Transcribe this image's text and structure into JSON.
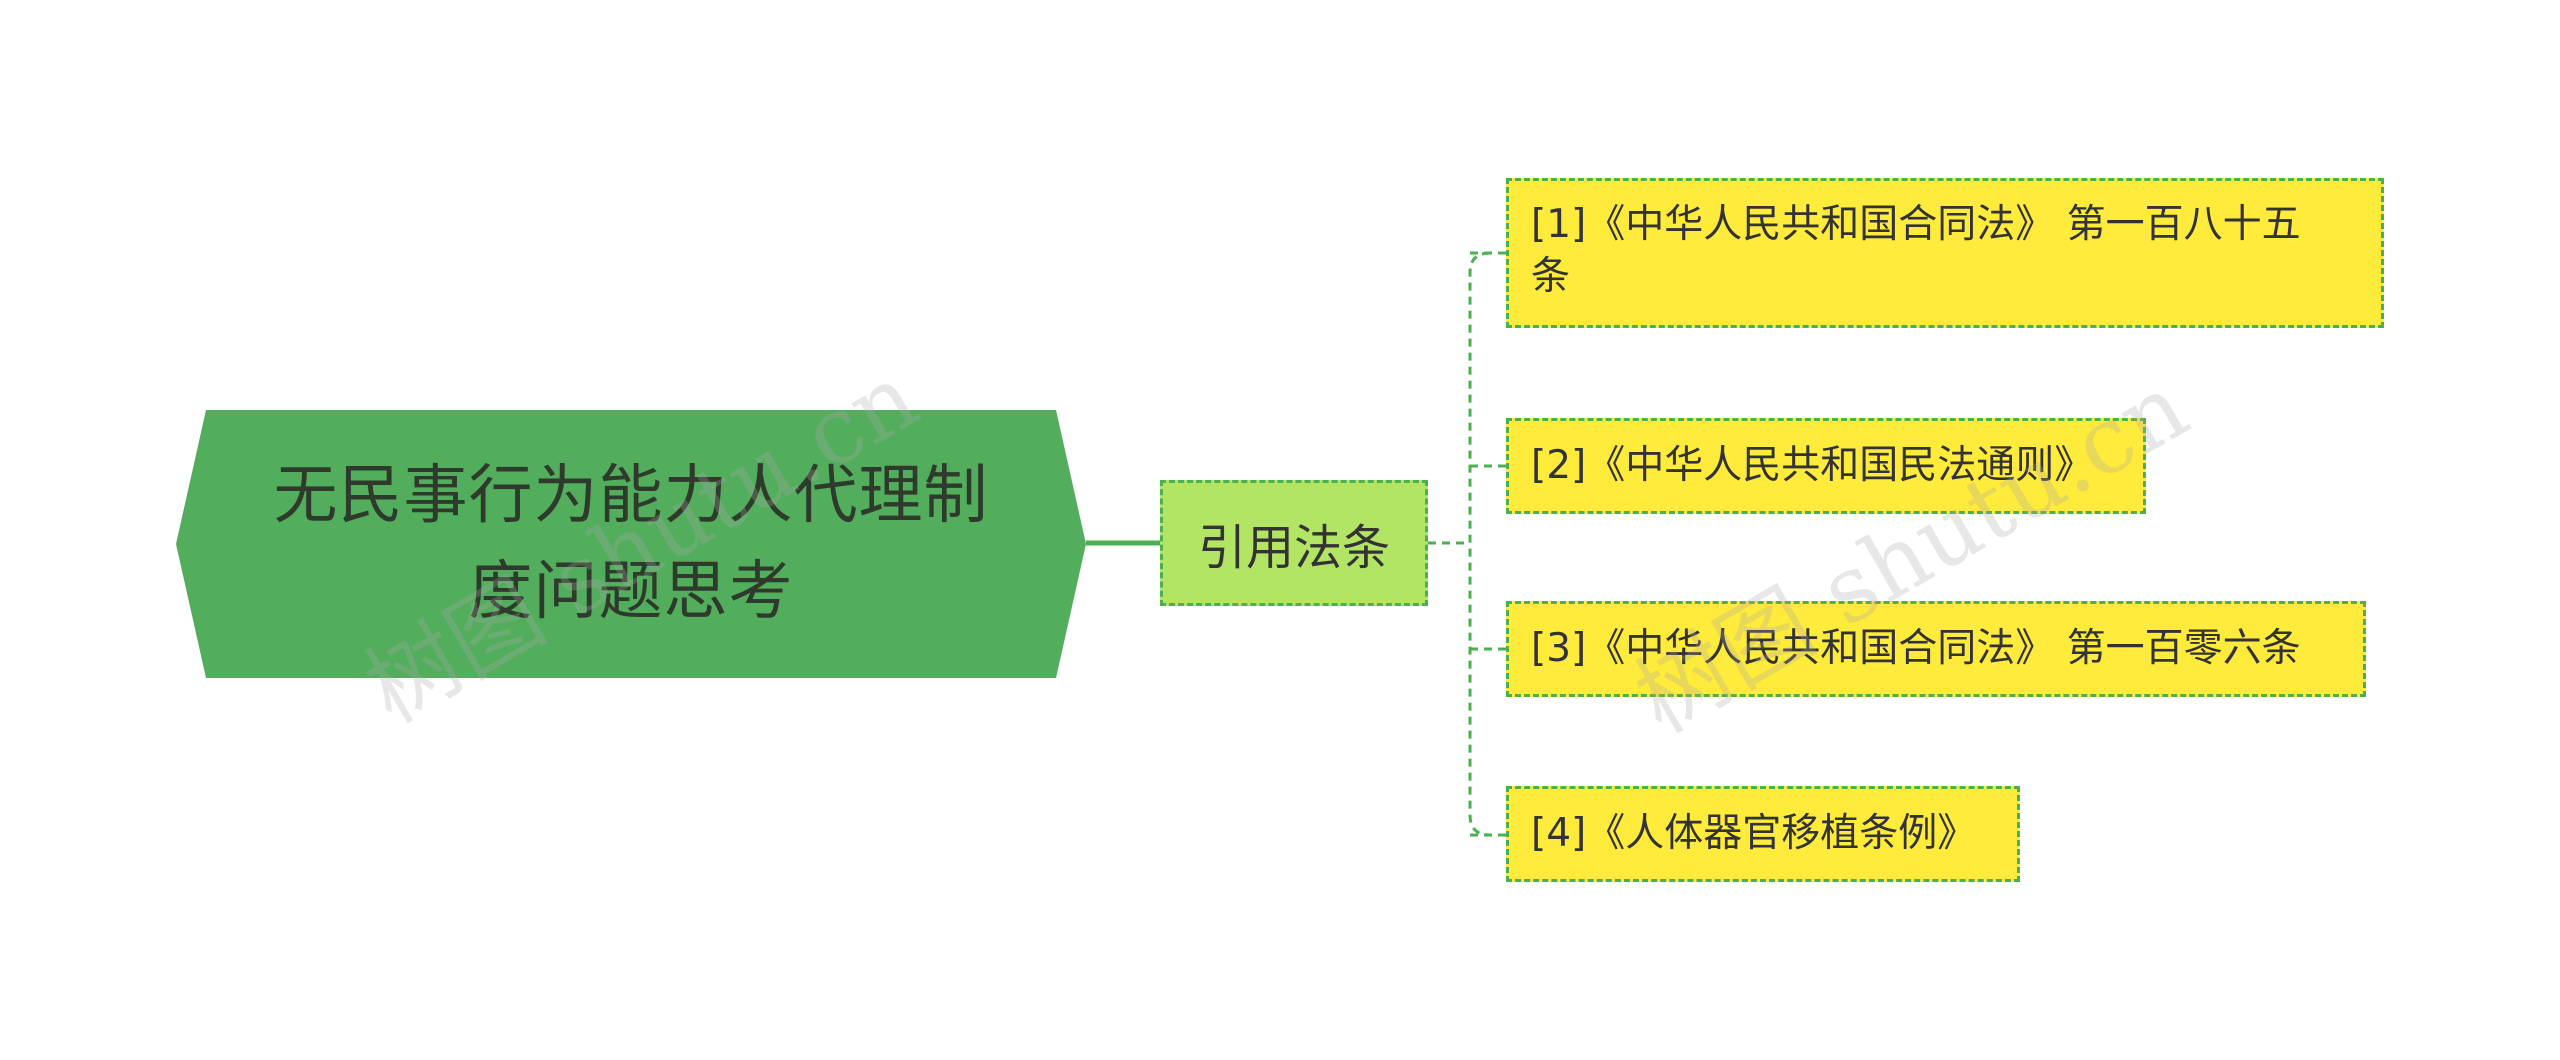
{
  "root": {
    "label_line1": "无民事行为能力人代理制",
    "label_line2": "度问题思考"
  },
  "branch": {
    "label": "引用法条"
  },
  "leaves": [
    {
      "label_line1": "[1]《中华人民共和国合同法》 第一百八十五",
      "label_line2": "条"
    },
    {
      "label": "[2]《中华人民共和国民法通则》"
    },
    {
      "label": "[3]《中华人民共和国合同法》 第一百零六条"
    },
    {
      "label": "[4]《人体器官移植条例》"
    }
  ],
  "watermark": {
    "text": "树图 shutu.cn"
  },
  "colors": {
    "root_fill": "#52ae5c",
    "branch_fill": "#b3e565",
    "leaf_fill": "#ffeb3b",
    "connector": "#4caf50"
  }
}
